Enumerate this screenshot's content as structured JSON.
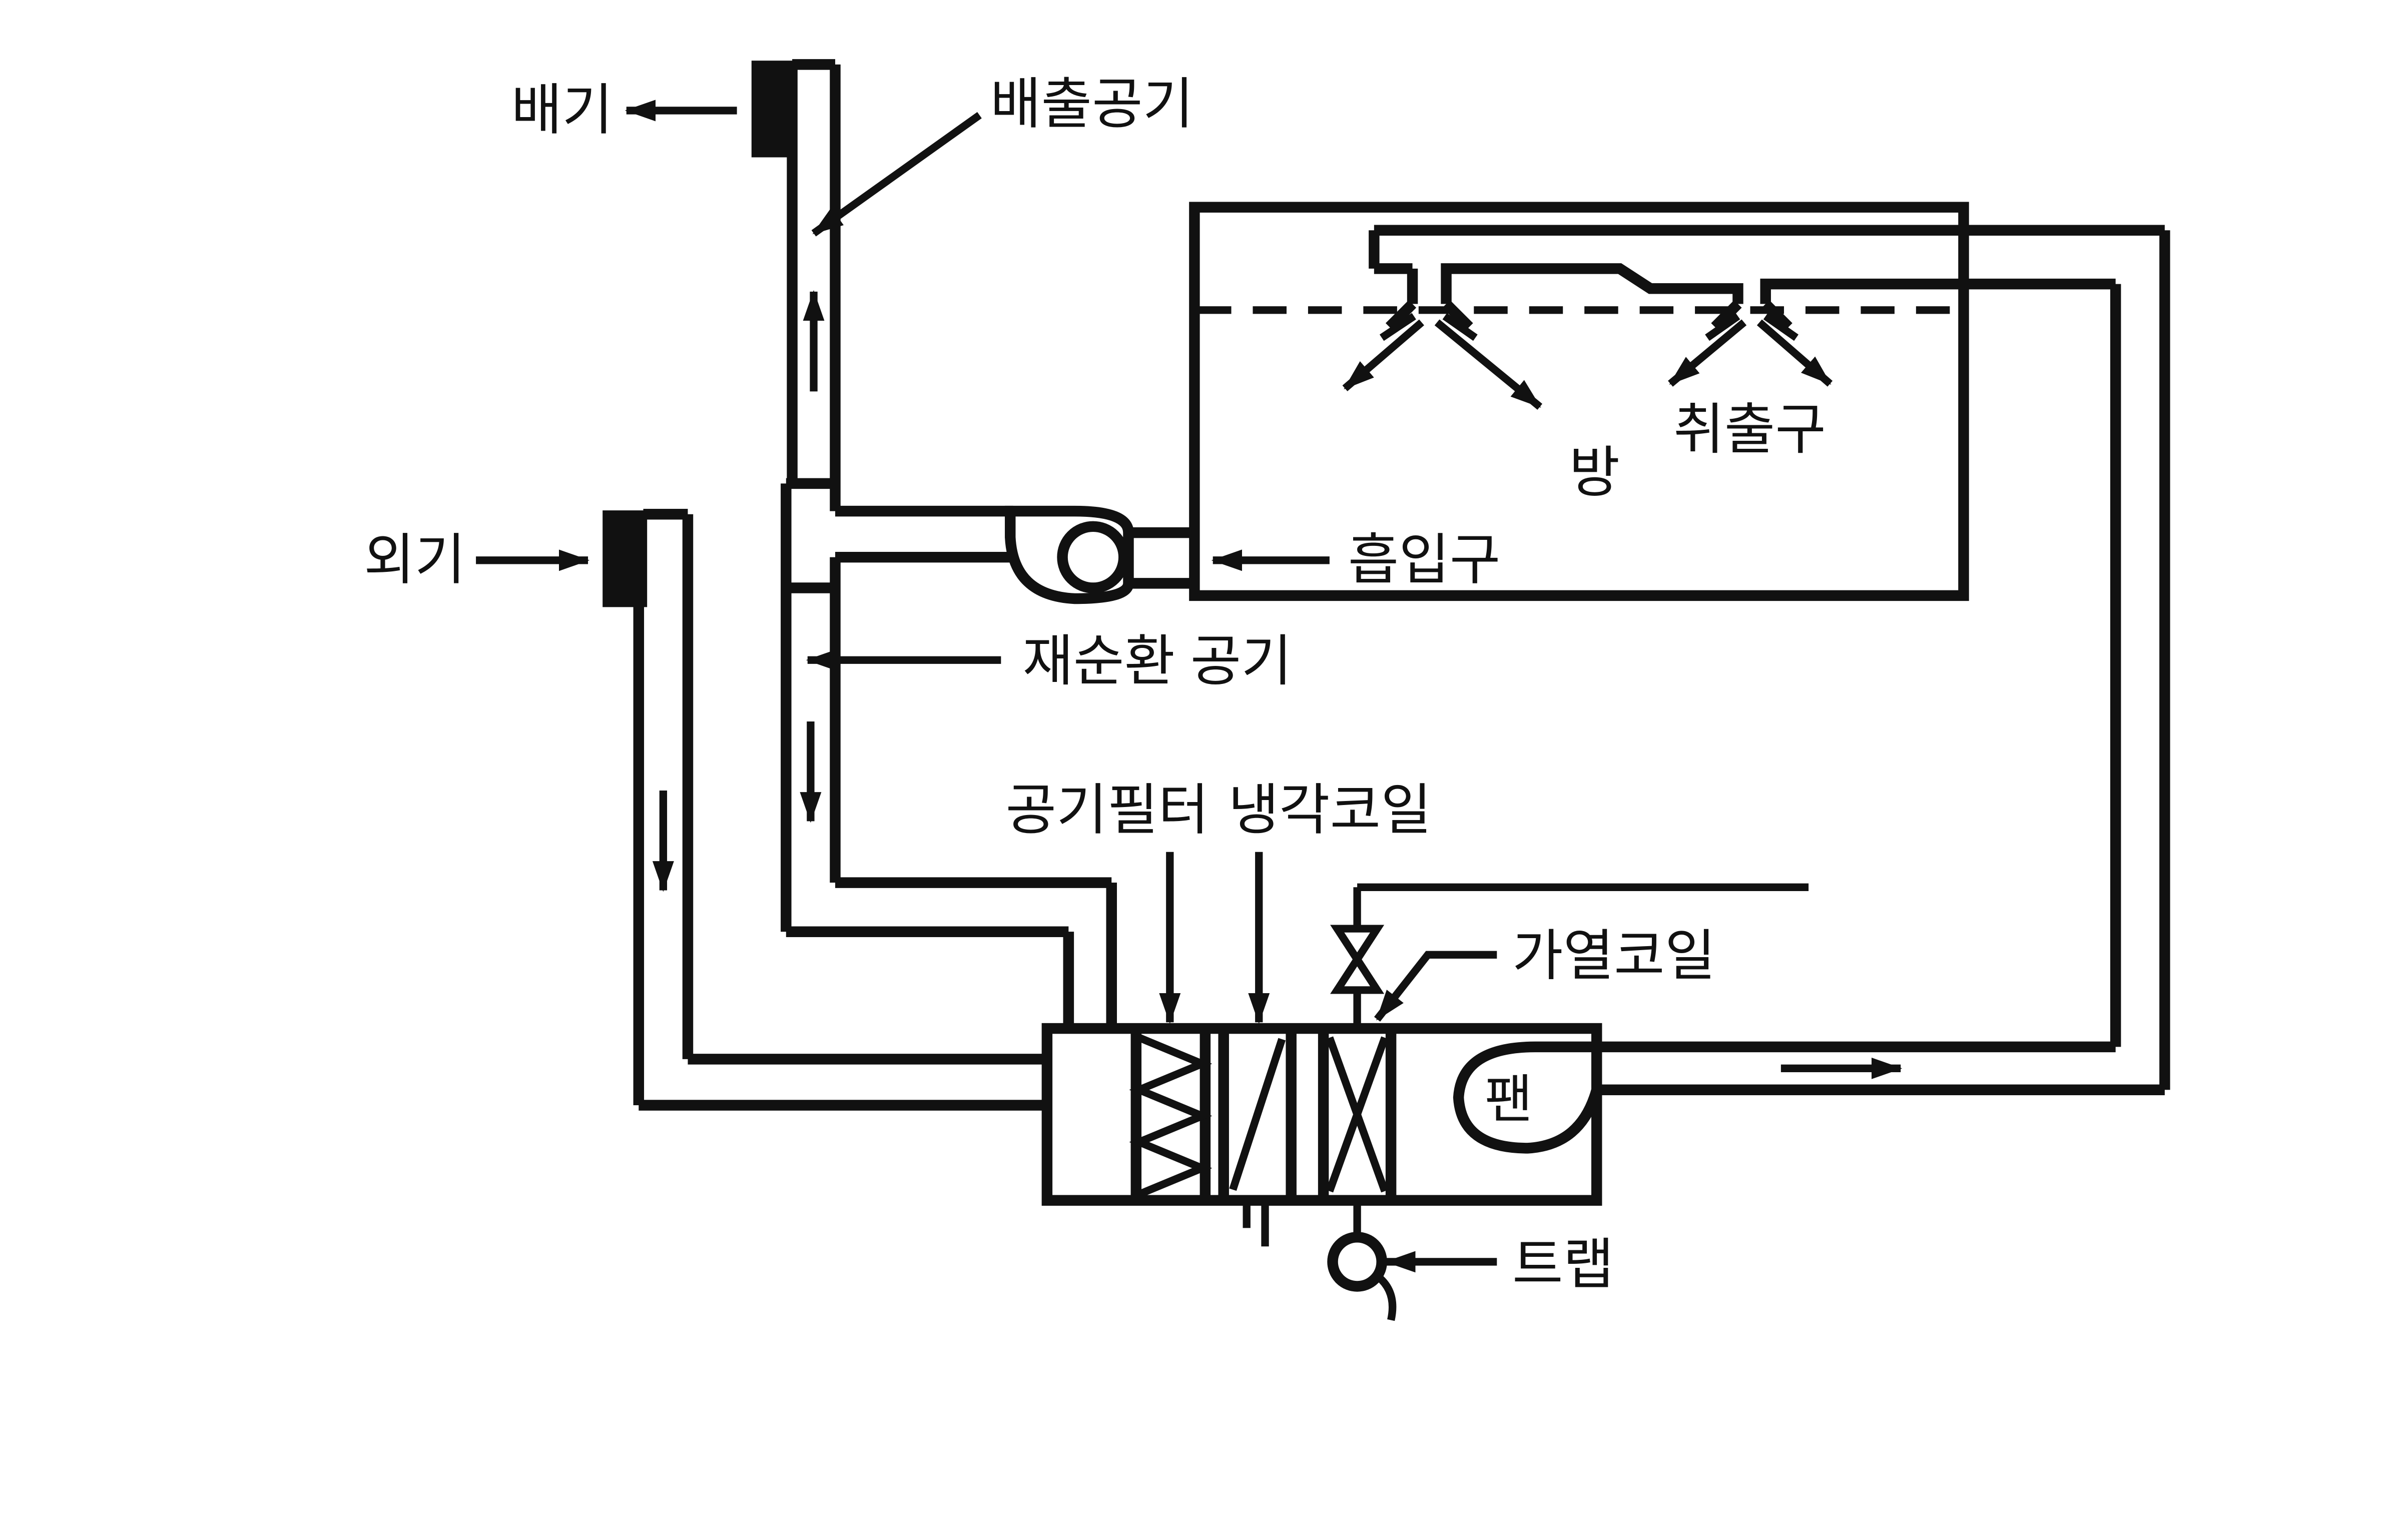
{
  "diagram": {
    "labels": {
      "exhaust": "배기",
      "exhaust_air": "배출공기",
      "outdoor_air": "외기",
      "room": "방",
      "supply_outlet": "취출구",
      "intake": "흡입구",
      "recirculated_air": "재순환 공기",
      "air_filter": "공기필터",
      "cooling_coil": "냉각코일",
      "heating_coil": "가열코일",
      "fan": "팬",
      "trap": "트랩"
    },
    "colors": {
      "line": "#111111",
      "background": "#ffffff"
    }
  }
}
